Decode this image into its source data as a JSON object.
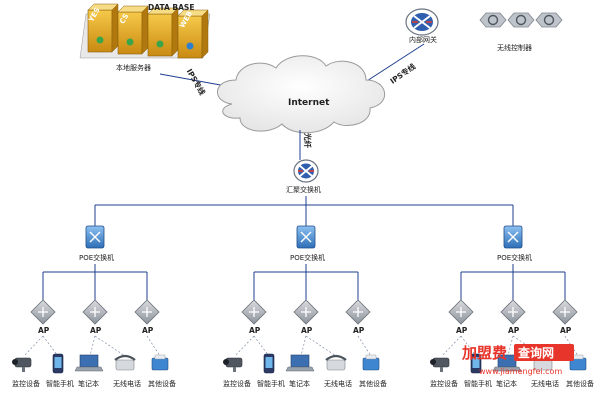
{
  "servers": {
    "labels": [
      "YES",
      "CS",
      "DATA BASE",
      "WEB"
    ],
    "caption": "本地服务器"
  },
  "internal_gateway": {
    "caption": "内部网关"
  },
  "wireless_controller": {
    "caption": "无线控制器"
  },
  "internet": {
    "label": "Internet"
  },
  "links": {
    "ips_left": "IPS专线",
    "ips_right": "IPS专线",
    "optical": "光纤"
  },
  "core_switch": {
    "caption": "汇聚交换机"
  },
  "poe_switch_caption": "POE交换机",
  "ap_label": "AP",
  "device_labels": [
    "监控设备",
    "智能手机",
    "笔记本",
    "无线电话",
    "其他设备"
  ],
  "watermark": {
    "brand_a": "加盟费",
    "brand_b": "查询网",
    "url": "www.jiamengfei.com"
  },
  "colors": {
    "line": "#1f3f8f",
    "poe_blue": "#3d7ec9",
    "ap_gray": "#9aa0a8",
    "watermark_red": "#e8352b"
  }
}
